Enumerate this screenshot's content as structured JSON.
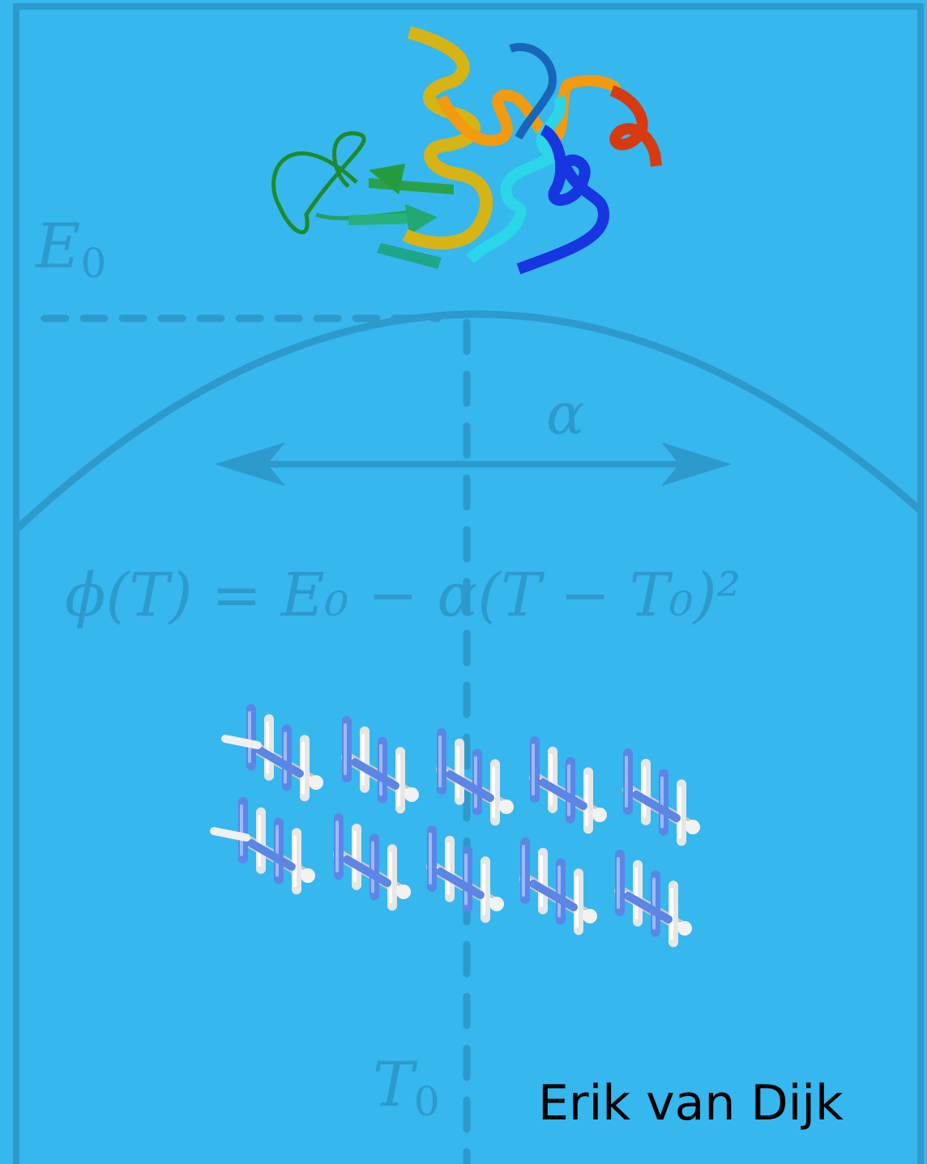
{
  "colors": {
    "background": "#36b7ee",
    "line": "#2d9acb",
    "text": "#000000"
  },
  "labels": {
    "e0": {
      "symbol": "E",
      "sub": "0"
    },
    "alpha": "α",
    "t0": {
      "symbol": "T",
      "sub": "0"
    },
    "equation": "ϕ(T) = E₀ − α(T − T₀)²",
    "author": "Erik van Dijk"
  },
  "images": {
    "protein": "protein-ribbon-structure",
    "fibril": "molecular-stick-model"
  }
}
